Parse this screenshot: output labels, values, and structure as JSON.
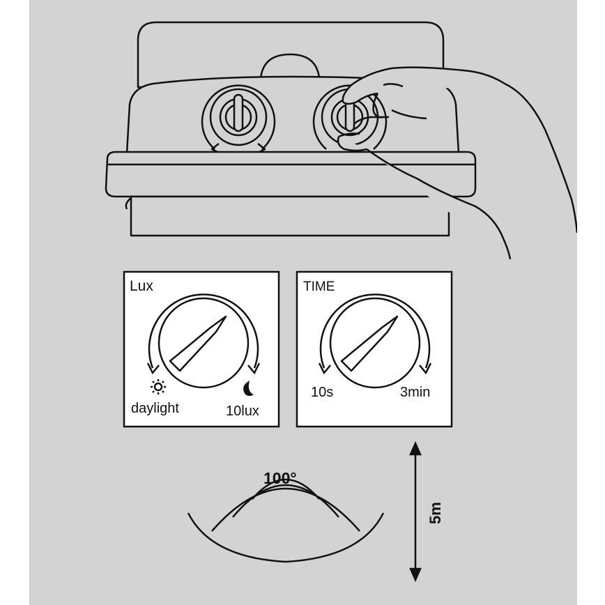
{
  "colors": {
    "background": "#d3d3d3",
    "stroke": "#111111",
    "page": "#ffffff"
  },
  "lux_panel": {
    "title": "Lux",
    "min_label": "daylight",
    "max_label": "10lux",
    "min_icon": "sun-icon",
    "max_icon": "moon-icon"
  },
  "time_panel": {
    "title": "TIME",
    "min_label": "10s",
    "max_label": "3min"
  },
  "detection": {
    "angle_label": "100°",
    "range_label": "5m"
  },
  "device": {
    "knob_count": 2,
    "icon": "motion-sensor-light-icon"
  }
}
